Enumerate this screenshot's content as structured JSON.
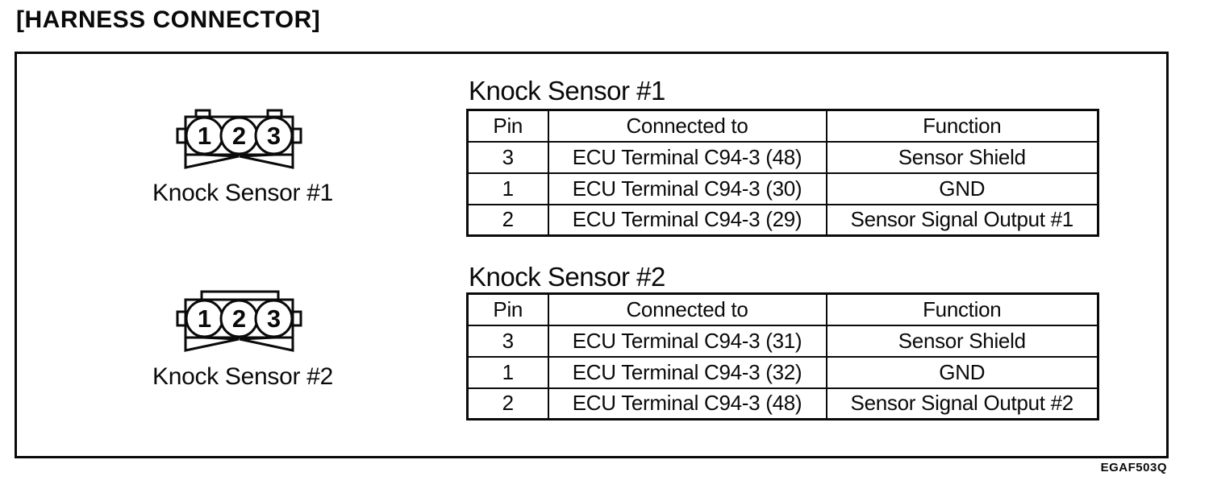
{
  "page": {
    "title": "[HARNESS CONNECTOR]",
    "doc_code": "EGAF503Q",
    "background_color": "#ffffff",
    "ink_color": "#0a0a0a"
  },
  "connectors": [
    {
      "label": "Knock Sensor #1",
      "pins": [
        "1",
        "2",
        "3"
      ]
    },
    {
      "label": "Knock Sensor #2",
      "pins": [
        "1",
        "2",
        "3"
      ]
    }
  ],
  "tables": [
    {
      "title": "Knock Sensor #1",
      "headers": [
        "Pin",
        "Connected to",
        "Function"
      ],
      "rows": [
        [
          "3",
          "ECU Terminal C94-3 (48)",
          "Sensor Shield"
        ],
        [
          "1",
          "ECU Terminal C94-3 (30)",
          "GND"
        ],
        [
          "2",
          "ECU Terminal C94-3 (29)",
          "Sensor Signal Output #1"
        ]
      ]
    },
    {
      "title": "Knock Sensor #2",
      "headers": [
        "Pin",
        "Connected to",
        "Function"
      ],
      "rows": [
        [
          "3",
          "ECU Terminal C94-3 (31)",
          "Sensor Shield"
        ],
        [
          "1",
          "ECU Terminal C94-3 (32)",
          "GND"
        ],
        [
          "2",
          "ECU Terminal C94-3 (48)",
          "Sensor Signal Output #2"
        ]
      ]
    }
  ]
}
